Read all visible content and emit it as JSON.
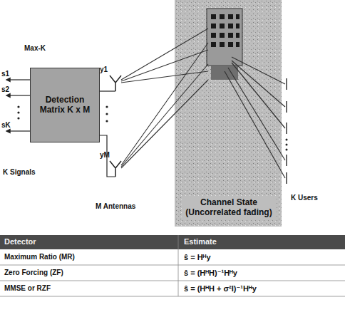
{
  "diagram": {
    "nodes": [
      {
        "text": [
          "Detection Matrix K x M"
        ]
      },
      {
        "text": [
          "Channel State (Uncorrelated fading)"
        ]
      }
    ],
    "labels": [
      "Max-K",
      "s1",
      "s2",
      "sK",
      "K Signals",
      "y1",
      "yM",
      "M Antennas",
      "K Users",
      "Detector",
      "Estimate",
      "Maximum Ratio (MR)",
      "ŝ = Hᴴy",
      "Zero Forcing (ZF)",
      "ŝ = (HᴴH)⁻¹Hᴴy",
      "MMSE or RZF",
      "ŝ = (HᴴH + σ²I)⁻¹Hᴴy"
    ]
  }
}
